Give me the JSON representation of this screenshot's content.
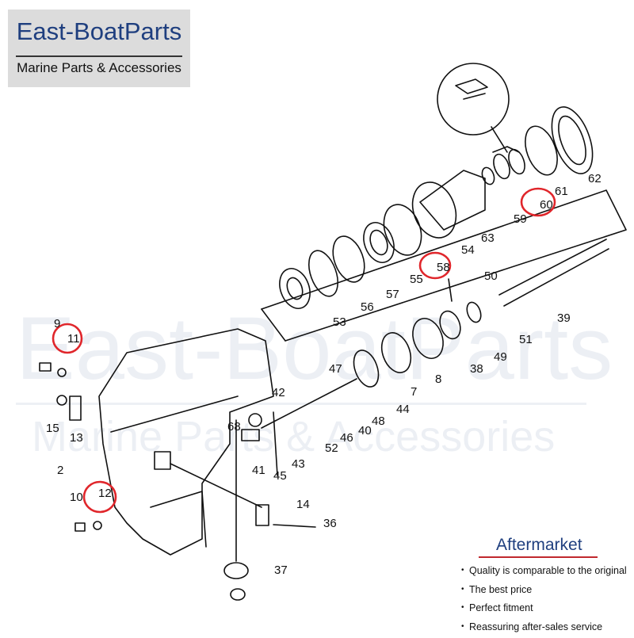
{
  "brand": {
    "title": "East-BoatParts",
    "subtitle": "Marine Parts & Accessories",
    "accent": "#1f3f7f"
  },
  "watermark": {
    "line1": "East-BoatParts",
    "line2": "Marine Parts & Accessories"
  },
  "diagram": {
    "highlight_color": "#e0262b",
    "highlighted_parts": [
      "60",
      "58",
      "11",
      "11"
    ],
    "parts": [
      "62",
      "61",
      "60",
      "59",
      "63",
      "54",
      "55",
      "58",
      "57",
      "56",
      "53",
      "50",
      "39",
      "51",
      "49",
      "38",
      "8",
      "7",
      "44",
      "48",
      "40",
      "46",
      "52",
      "45",
      "43",
      "42",
      "47",
      "68",
      "41",
      "9",
      "11",
      "15",
      "13",
      "2",
      "10",
      "12",
      "14",
      "36",
      "37"
    ]
  },
  "aftermarket": {
    "title": "Aftermarket",
    "accent": "#c0282d",
    "features": [
      "Quality is comparable to the original",
      "The best price",
      "Perfect fitment",
      "Reassuring after-sales service"
    ]
  }
}
